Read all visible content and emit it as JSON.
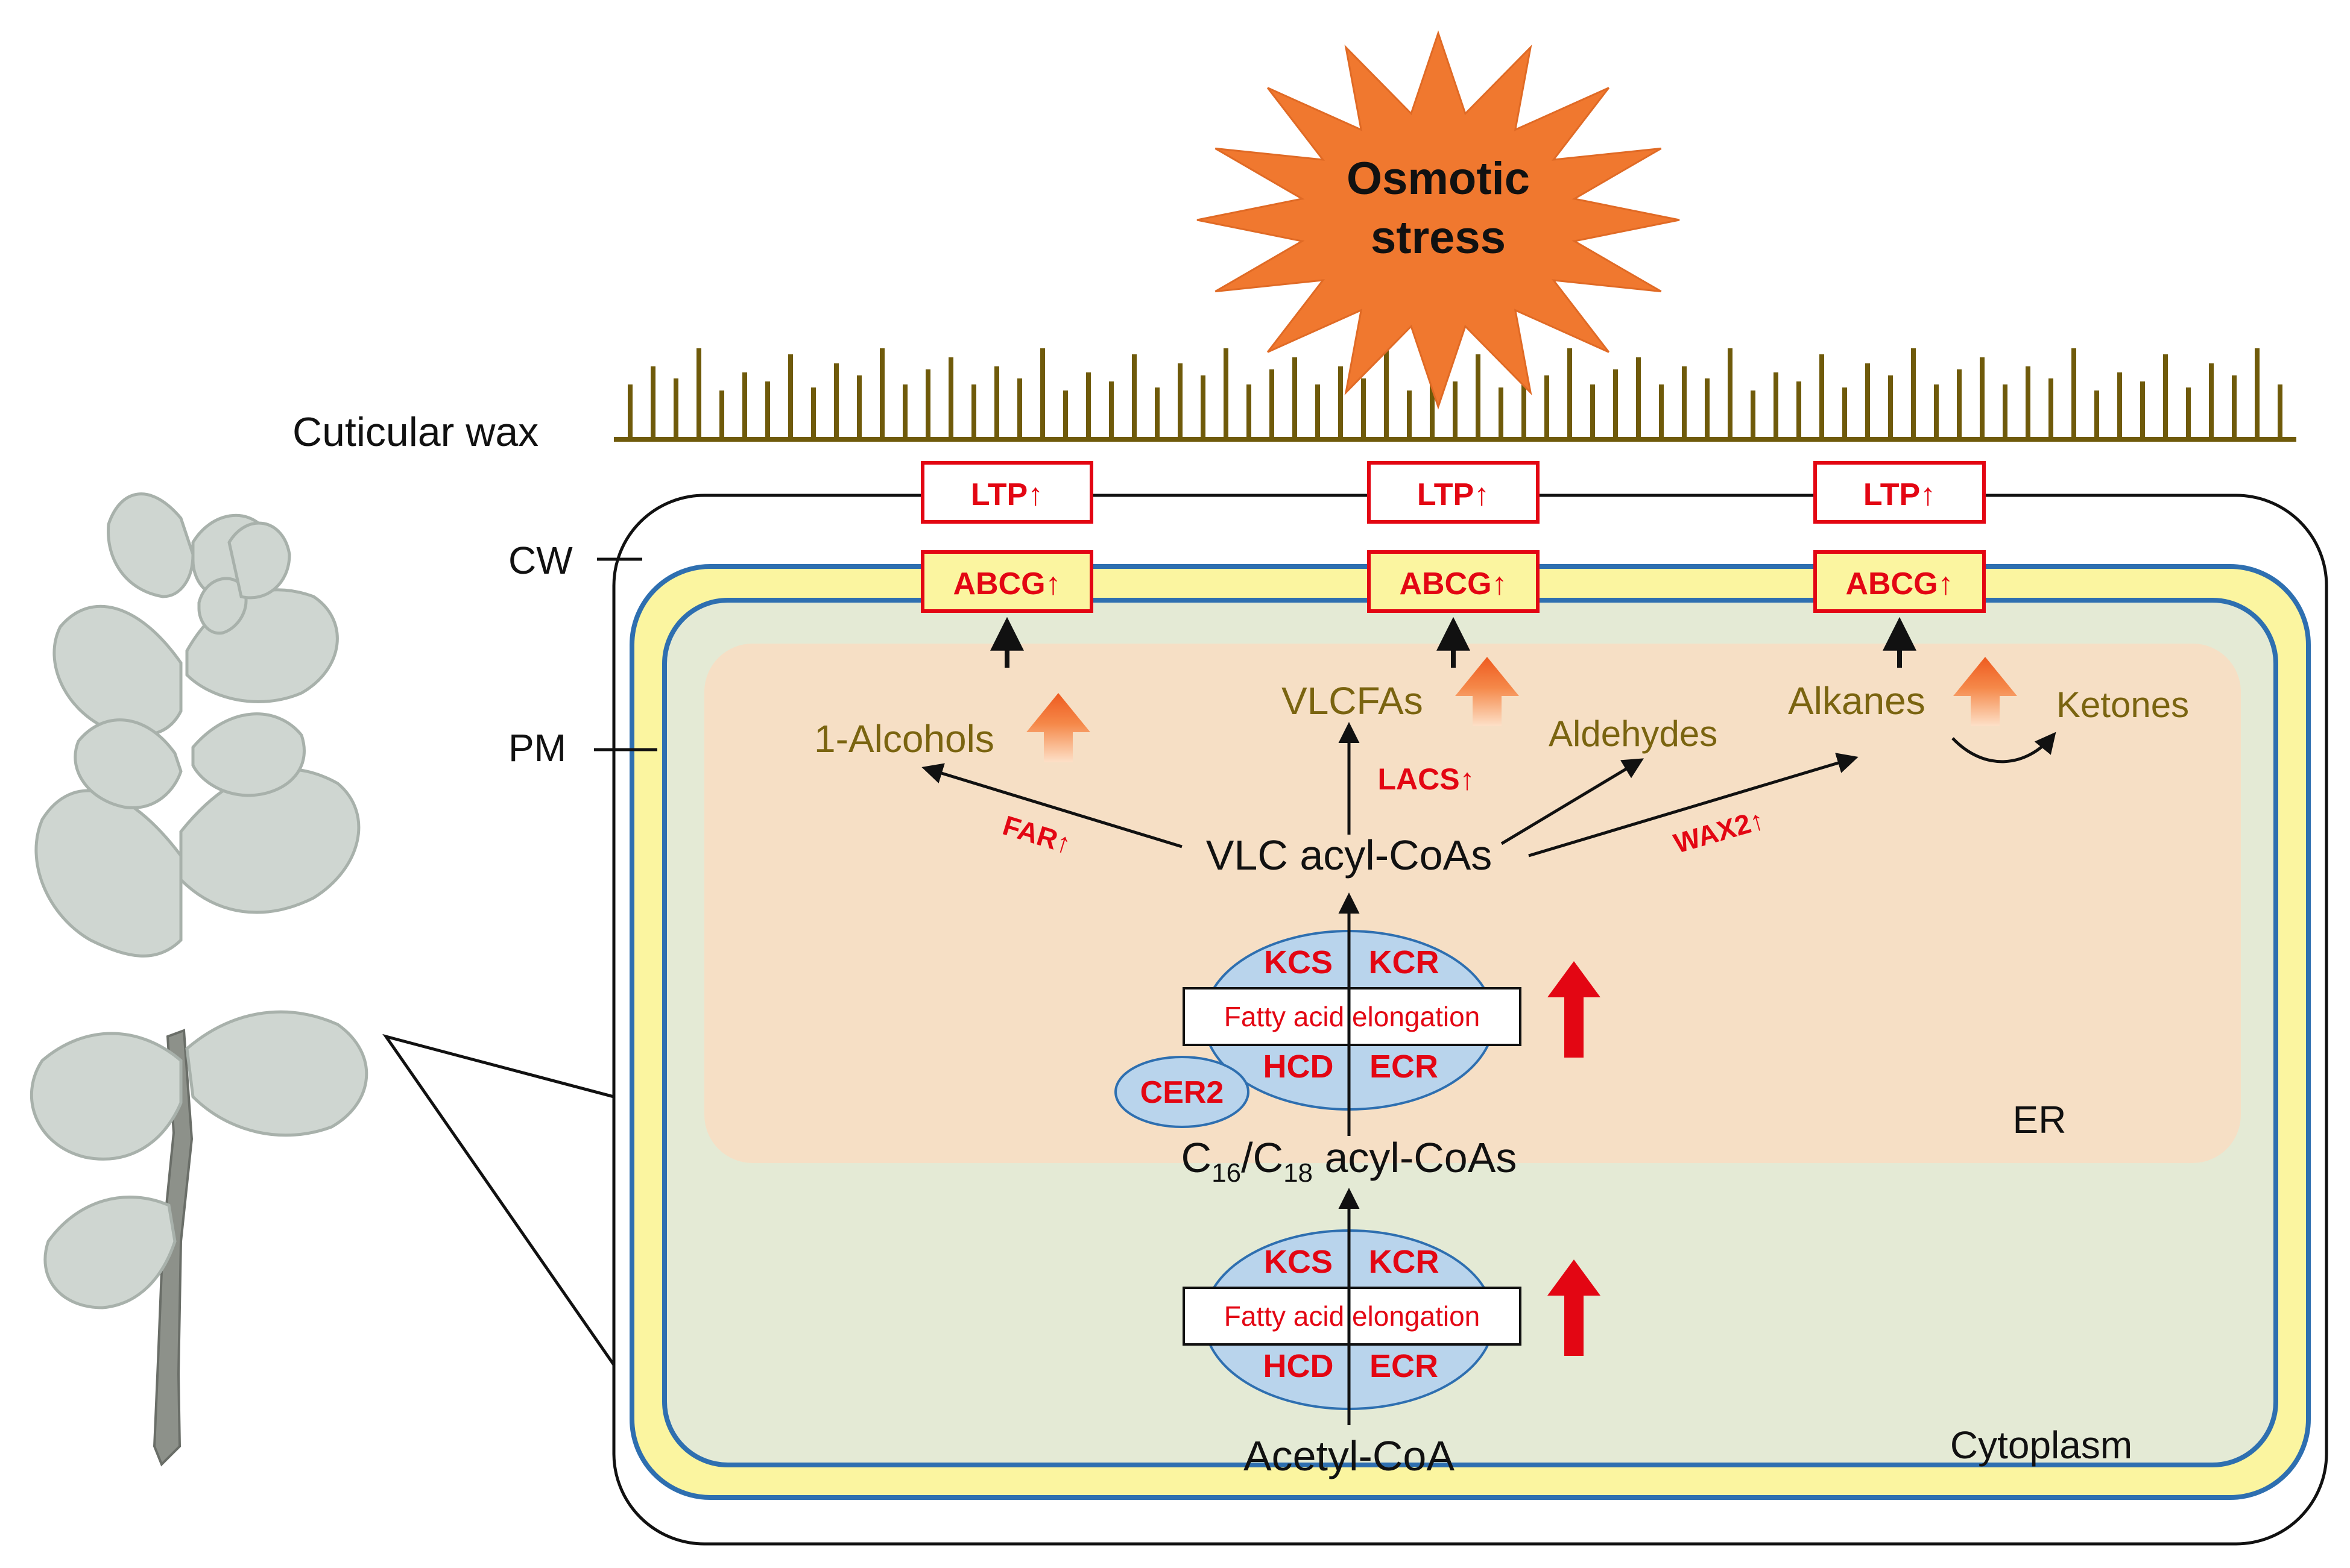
{
  "colors": {
    "wax": "#6f5a0a",
    "cell_wall": "#111111",
    "membrane_blue": "#2e6fb0",
    "membrane_yellow": "#fbf5a0",
    "cytoplasm": "#e4ead5",
    "er": "#f6dfc5",
    "accent_red": "#e30613",
    "enzyme_fill": "#b9d4ec",
    "star_orange": "#f0782f",
    "metabolite_brown": "#7a6410",
    "leaf_gray": "#cfd6d1"
  },
  "stress": {
    "line1": "Osmotic",
    "line2": "stress"
  },
  "labels": {
    "cuticular_wax": "Cuticular wax",
    "cw": "CW",
    "pm": "PM",
    "er": "ER",
    "cytoplasm": "Cytoplasm"
  },
  "transporters": {
    "ltp": "LTP↑",
    "abcg": "ABCG↑"
  },
  "metabolites": {
    "alcohols": "1-Alcohols",
    "vlcfas": "VLCFAs",
    "aldehydes": "Aldehydes",
    "alkanes": "Alkanes",
    "ketones": "Ketones",
    "vlc_acyl_coas": "VLC acyl-CoAs",
    "c16": "C",
    "c16_sub": "16",
    "slash": "/C",
    "c18_sub": "18",
    "c_acyl_suffix": " acyl-CoAs",
    "acetyl_coa": "Acetyl-CoA"
  },
  "enzymes": {
    "far": "FAR↑",
    "lacs": "LACS↑",
    "wax2": "WAX2↑",
    "kcs": "KCS",
    "kcr": "KCR",
    "hcd": "HCD",
    "ecr": "ECR",
    "cer2": "CER2",
    "fatty_acid_elongation": "Fatty acid elongation"
  }
}
